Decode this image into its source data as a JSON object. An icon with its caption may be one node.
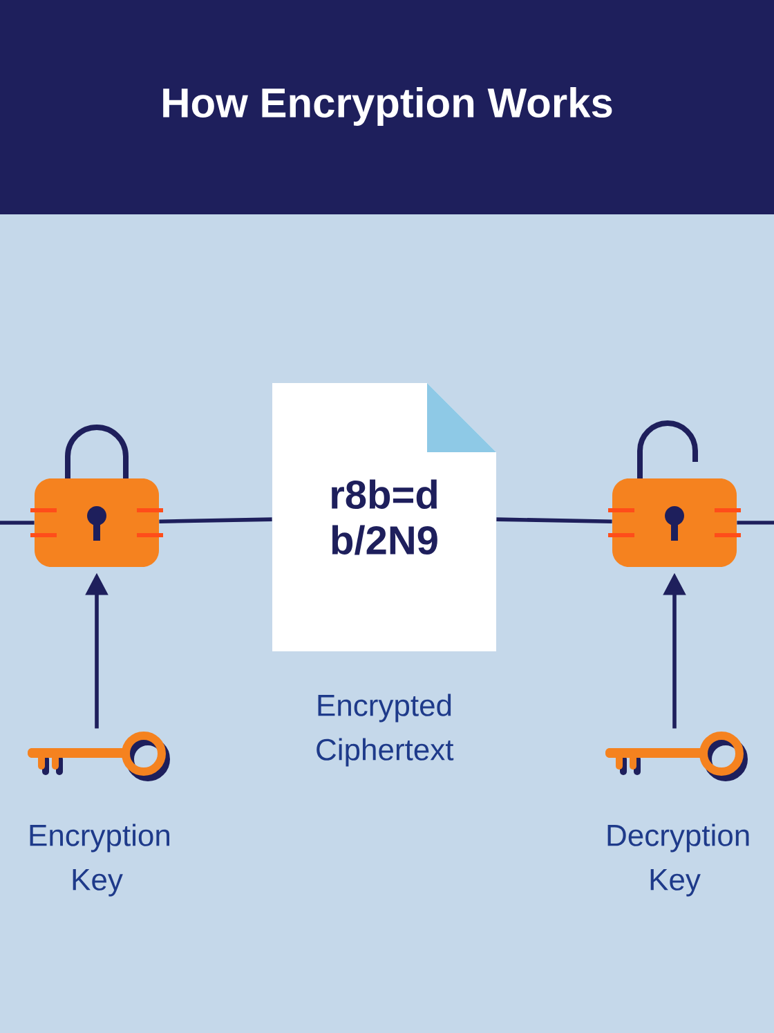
{
  "diagram": {
    "title": "How Encryption Works",
    "nodes": [
      {
        "text": [],
        "shape": "lock"
      },
      {
        "text": [
          "r8b=d b/2N9"
        ],
        "beside": [
          "Encrypted Ciphertext"
        ]
      },
      {
        "text": [],
        "shape": "open-lock"
      },
      {
        "text": [],
        "shape": "key",
        "beside": [
          "Encryption Key"
        ]
      },
      {
        "text": [],
        "shape": "key",
        "beside": [
          "Decryption Key"
        ]
      }
    ],
    "edges": [
      {
        "from": null,
        "to": 0,
        "arrow": "none"
      },
      {
        "from": 0,
        "to": 1,
        "arrow": "none"
      },
      {
        "from": 1,
        "to": 2,
        "arrow": "none"
      },
      {
        "from": 2,
        "to": null,
        "arrow": "none"
      },
      {
        "from": 3,
        "to": 0,
        "arrow": "to"
      },
      {
        "from": 4,
        "to": 2,
        "arrow": "to"
      }
    ]
  }
}
